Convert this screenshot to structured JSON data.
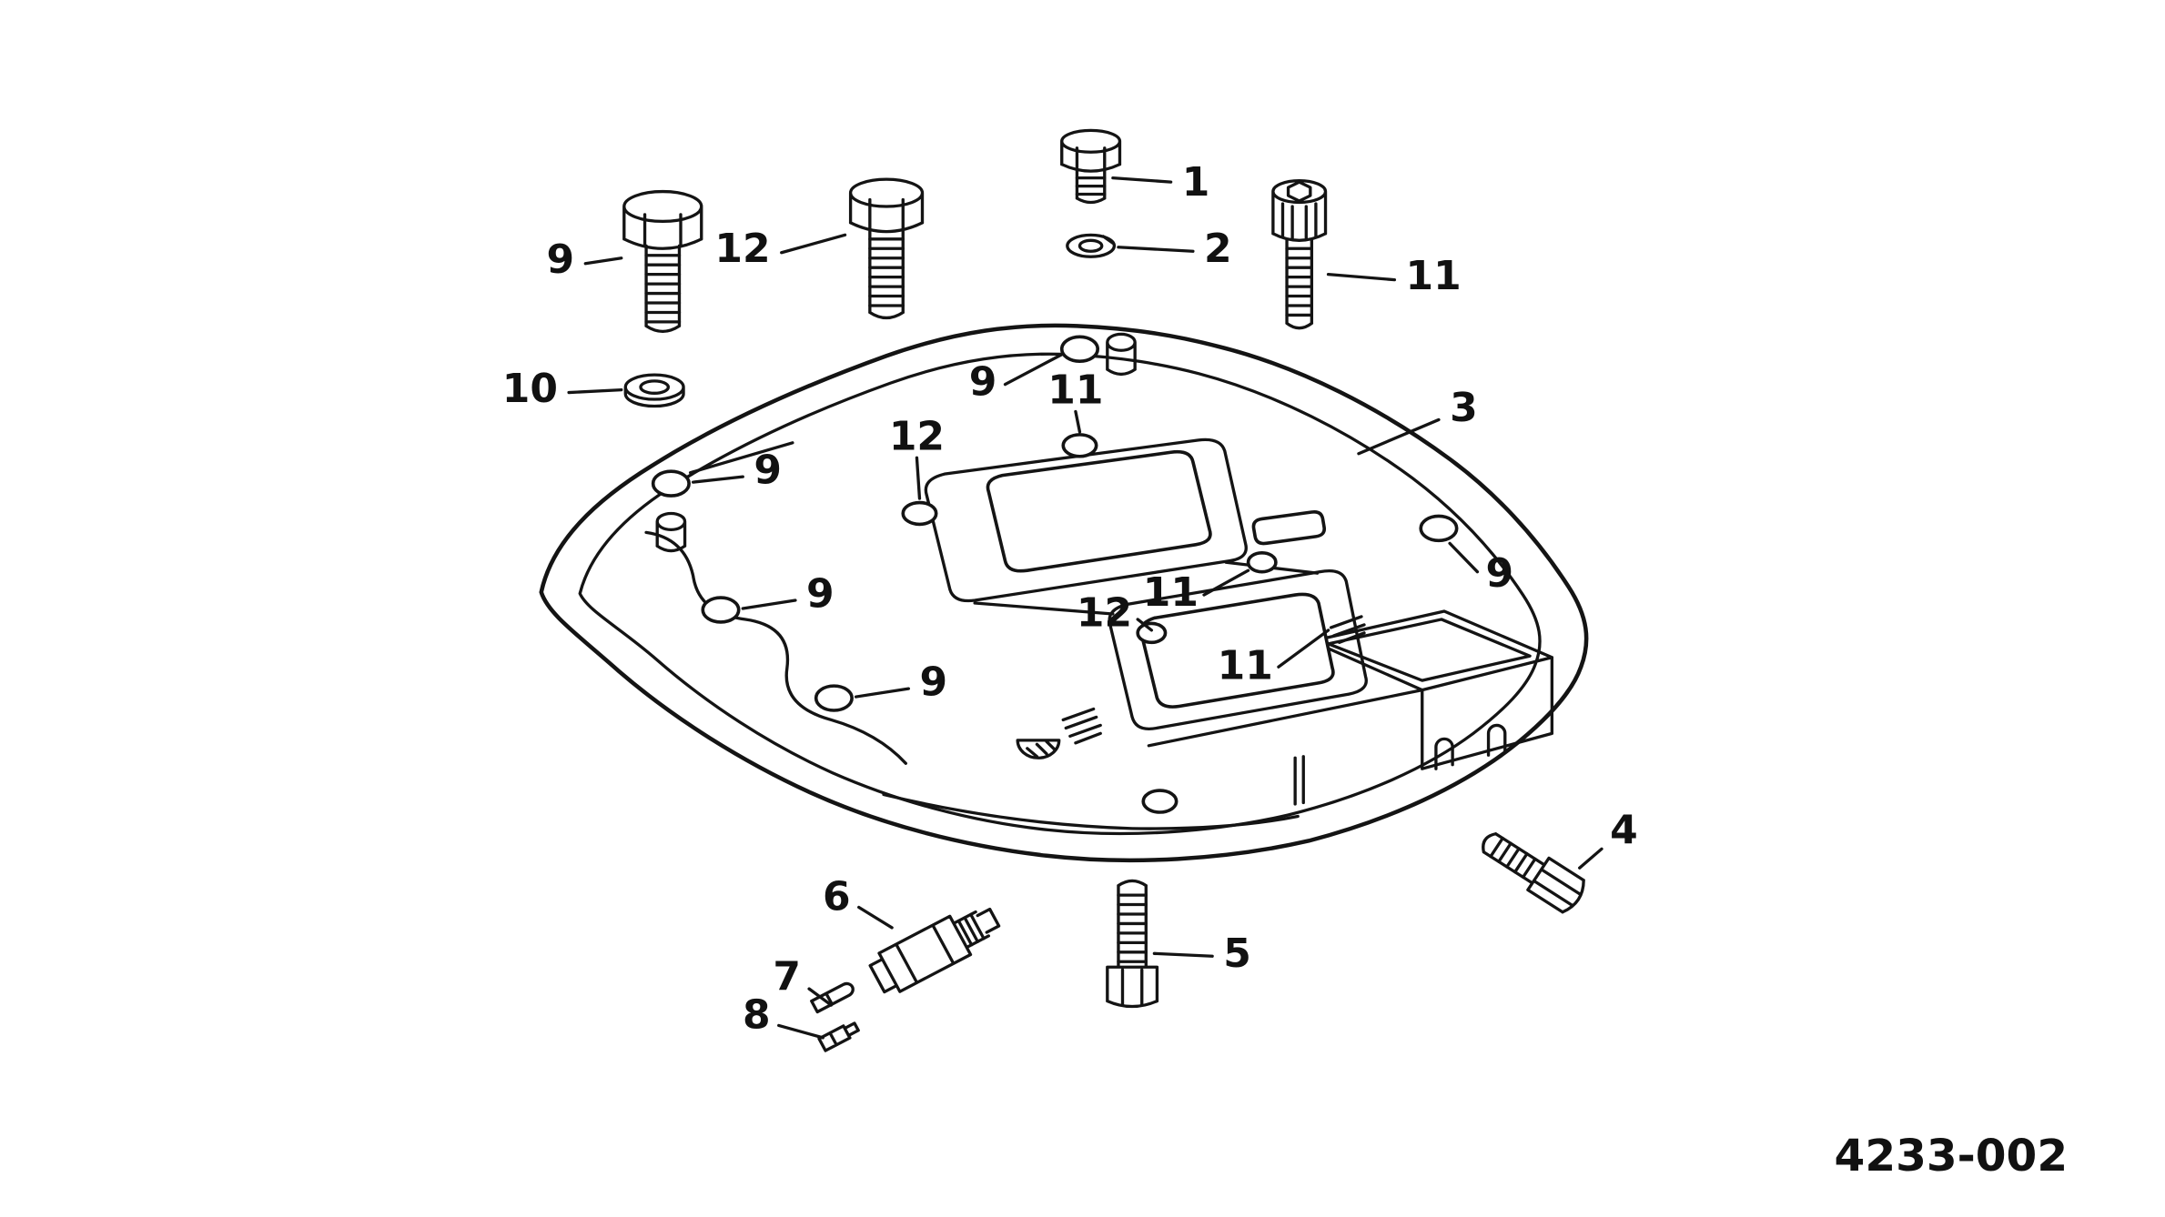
{
  "figure_code": "4233-002",
  "callouts": {
    "1": "1",
    "2": "2",
    "3": "3",
    "4": "4",
    "5": "5",
    "6": "6",
    "7": "7",
    "8": "8",
    "9": "9",
    "10": "10",
    "11": "11",
    "12": "12"
  }
}
